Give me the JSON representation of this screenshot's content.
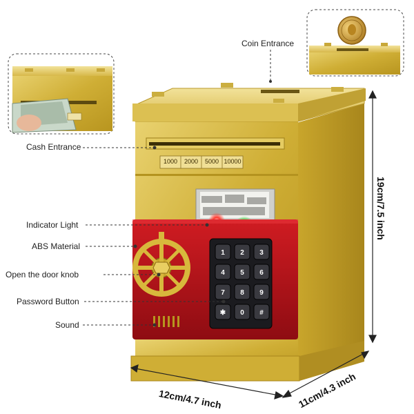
{
  "labels": {
    "coin_entrance": "Coin Entrance",
    "cash_entrance": "Cash Entrance",
    "indicator_light": "Indicator Light",
    "abs_material": "ABS Material",
    "door_knob": "Open the door knob",
    "password_button": "Password Button",
    "sound": "Sound"
  },
  "dimensions": {
    "width": "12cm/4.7 inch",
    "depth": "11cm/4.3 inch",
    "height": "19cm/7.5 inch"
  },
  "denominations": [
    "1000",
    "2000",
    "5000",
    "10000"
  ],
  "keypad": [
    "1",
    "2",
    "3",
    "4",
    "5",
    "6",
    "7",
    "8",
    "9",
    "✱",
    "0",
    "#"
  ],
  "colors": {
    "gold": "#d9b93e",
    "gold_dark": "#a8861c",
    "red": "#b3121a",
    "keypad": "#1b1b1f",
    "led_red": "#ff3b30",
    "led_green": "#35d435"
  },
  "icons": {
    "coin": "coin-icon",
    "knob": "knob-wheel-icon",
    "speaker": "speaker-grille-icon"
  }
}
